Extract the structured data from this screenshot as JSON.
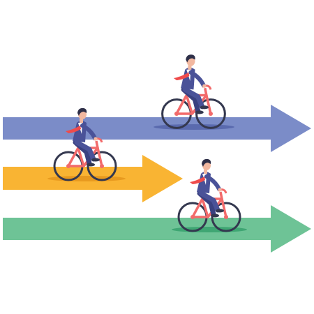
{
  "illustration": {
    "subject": "business-race-bicycle-arrows",
    "colors": {
      "background": "#ffffff",
      "arrow_blue": "#7b8cc8",
      "arrow_orange": "#f9b433",
      "arrow_green": "#6ec396",
      "ground_shadow_blue": "#5a6aae",
      "ground_shadow_orange": "#e89a1f",
      "ground_shadow_green": "#3fa673",
      "bike_frame": "#f26b6b",
      "tire": "#34384f",
      "suit": "#4a5298",
      "suit_dark": "#3a4180",
      "skin": "#f2b8a0",
      "hair": "#2e2f48",
      "tie": "#ef4b4b",
      "shirt": "#ffffff"
    },
    "riders": [
      {
        "name": "rider-top",
        "lane": "blue"
      },
      {
        "name": "rider-middle",
        "lane": "orange"
      },
      {
        "name": "rider-bottom",
        "lane": "green"
      }
    ]
  }
}
